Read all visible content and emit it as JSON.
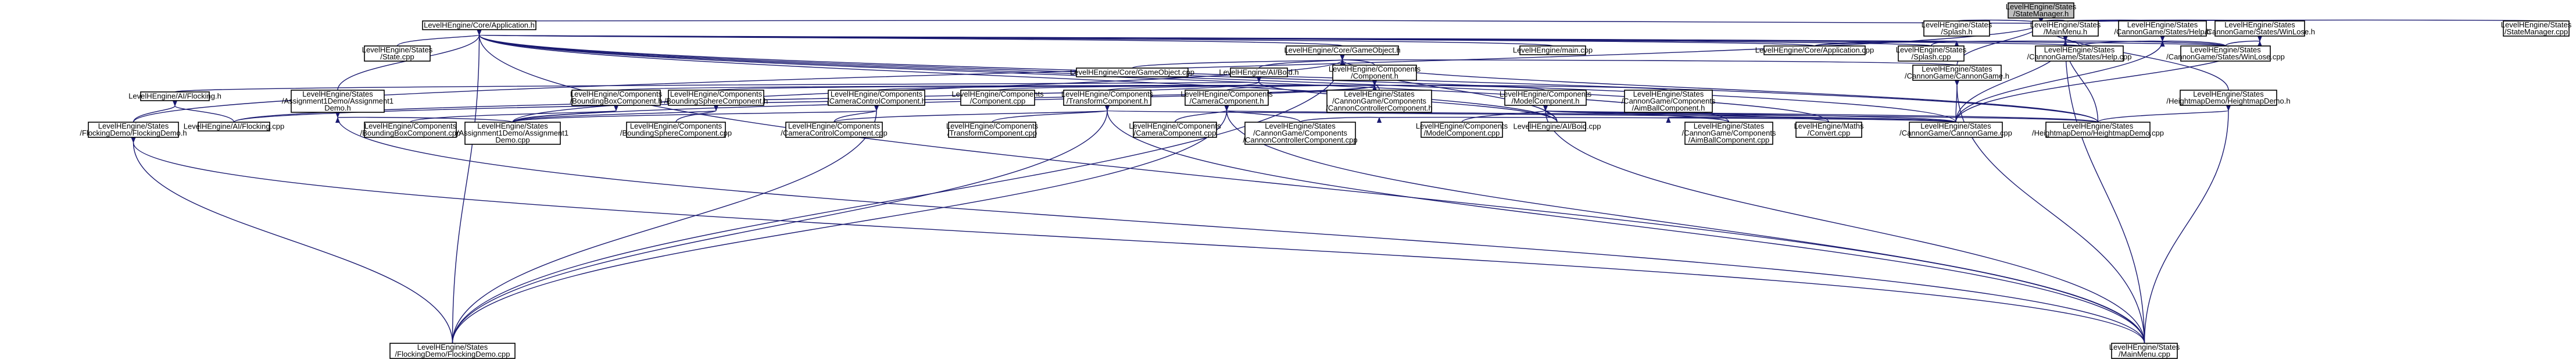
{
  "diagram": {
    "type": "include-dependency-graph",
    "colors": {
      "root_fill": "#bfbfbf",
      "node_fill": "#ffffff",
      "edge": "#191970",
      "border": "#000000"
    },
    "nodes": [
      {
        "id": "statemanager_h",
        "lines": [
          "LevelHEngine/States",
          "/StateManager.h"
        ],
        "root": true
      },
      {
        "id": "application_h",
        "lines": [
          "LevelHEngine/Core/Application.h"
        ]
      },
      {
        "id": "splash_h",
        "lines": [
          "LevelHEngine/States",
          "/Splash.h"
        ]
      },
      {
        "id": "mainmenu_h",
        "lines": [
          "LevelHEngine/States",
          "/MainMenu.h"
        ]
      },
      {
        "id": "help_h",
        "lines": [
          "LevelHEngine/States",
          "/CannonGame/States/Help.h"
        ]
      },
      {
        "id": "winlose_h",
        "lines": [
          "LevelHEngine/States",
          "/CannonGame/States/WinLose.h"
        ]
      },
      {
        "id": "statemanager_cpp",
        "lines": [
          "LevelHEngine/States",
          "/StateManager.cpp"
        ]
      },
      {
        "id": "state_cpp",
        "lines": [
          "LevelHEngine/States",
          "/State.cpp"
        ]
      },
      {
        "id": "gameobject_h",
        "lines": [
          "LevelHEngine/Core/GameObject.h"
        ]
      },
      {
        "id": "main_cpp",
        "lines": [
          "LevelHEngine/main.cpp"
        ]
      },
      {
        "id": "application_cpp",
        "lines": [
          "LevelHEngine/Core/Application.cpp"
        ]
      },
      {
        "id": "splash_cpp",
        "lines": [
          "LevelHEngine/States",
          "/Splash.cpp"
        ]
      },
      {
        "id": "help_cpp",
        "lines": [
          "LevelHEngine/States",
          "/CannonGame/States/Help.cpp"
        ]
      },
      {
        "id": "winlose_cpp",
        "lines": [
          "LevelHEngine/States",
          "/CannonGame/States/WinLose.cpp"
        ]
      },
      {
        "id": "gameobject_cpp",
        "lines": [
          "LevelHEngine/Core/GameObject.cpp"
        ]
      },
      {
        "id": "boid_h",
        "lines": [
          "LevelHEngine/AI/Boid.h"
        ]
      },
      {
        "id": "component_h",
        "lines": [
          "LevelHEngine/Components",
          "/Component.h"
        ]
      },
      {
        "id": "cannongame_h",
        "lines": [
          "LevelHEngine/States",
          "/CannonGame/CannonGame.h"
        ]
      },
      {
        "id": "flocking_h",
        "lines": [
          "LevelHEngine/AI/Flocking.h"
        ]
      },
      {
        "id": "assignment1_h",
        "lines": [
          "LevelHEngine/States",
          "/Assignment1Demo/Assignment1",
          "Demo.h"
        ]
      },
      {
        "id": "boundingbox_h",
        "lines": [
          "LevelHEngine/Components",
          "/BoundingBoxComponent.h"
        ]
      },
      {
        "id": "boundingsphere_h",
        "lines": [
          "LevelHEngine/Components",
          "/BoundingSphereComponent.h"
        ]
      },
      {
        "id": "cameracontrol_h",
        "lines": [
          "LevelHEngine/Components",
          "/CameraControlComponent.h"
        ]
      },
      {
        "id": "component_cpp",
        "lines": [
          "LevelHEngine/Components",
          "/Component.cpp"
        ]
      },
      {
        "id": "transform_h",
        "lines": [
          "LevelHEngine/Components",
          "/TransformComponent.h"
        ]
      },
      {
        "id": "camera_h",
        "lines": [
          "LevelHEngine/Components",
          "/CameraComponent.h"
        ]
      },
      {
        "id": "cannoncontroller_h",
        "lines": [
          "LevelHEngine/States",
          "/CannonGame/Components",
          "/CannonControllerComponent.h"
        ]
      },
      {
        "id": "model_h",
        "lines": [
          "LevelHEngine/Components",
          "/ModelComponent.h"
        ]
      },
      {
        "id": "aimball_h",
        "lines": [
          "LevelHEngine/States",
          "/CannonGame/Components",
          "/AimBallComponent.h"
        ]
      },
      {
        "id": "heightmap_h",
        "lines": [
          "LevelHEngine/States",
          "/HeightmapDemo/HeightmapDemo.h"
        ]
      },
      {
        "id": "flockingdemo_h",
        "lines": [
          "LevelHEngine/States",
          "/FlockingDemo/FlockingDemo.h"
        ]
      },
      {
        "id": "flocking_cpp",
        "lines": [
          "LevelHEngine/AI/Flocking.cpp"
        ]
      },
      {
        "id": "boundingbox_cpp",
        "lines": [
          "LevelHEngine/Components",
          "/BoundingBoxComponent.cpp"
        ]
      },
      {
        "id": "assignment1_cpp",
        "lines": [
          "LevelHEngine/States",
          "/Assignment1Demo/Assignment1",
          "Demo.cpp"
        ]
      },
      {
        "id": "boundingsphere_cpp",
        "lines": [
          "LevelHEngine/Components",
          "/BoundingSphereComponent.cpp"
        ]
      },
      {
        "id": "cameracontrol_cpp",
        "lines": [
          "LevelHEngine/Components",
          "/CameraControlComponent.cpp"
        ]
      },
      {
        "id": "transform_cpp",
        "lines": [
          "LevelHEngine/Components",
          "/TransformComponent.cpp"
        ]
      },
      {
        "id": "camera_cpp",
        "lines": [
          "LevelHEngine/Components",
          "/CameraComponent.cpp"
        ]
      },
      {
        "id": "cannoncontroller_cpp",
        "lines": [
          "LevelHEngine/States",
          "/CannonGame/Components",
          "/CannonControllerComponent.cpp"
        ]
      },
      {
        "id": "model_cpp",
        "lines": [
          "LevelHEngine/Components",
          "/ModelComponent.cpp"
        ]
      },
      {
        "id": "boid_cpp",
        "lines": [
          "LevelHEngine/AI/Boid.cpp"
        ]
      },
      {
        "id": "aimball_cpp",
        "lines": [
          "LevelHEngine/States",
          "/CannonGame/Components",
          "/AimBallComponent.cpp"
        ]
      },
      {
        "id": "convert_cpp",
        "lines": [
          "LevelHEngine/Maths",
          "/Convert.cpp"
        ]
      },
      {
        "id": "cannongame_cpp",
        "lines": [
          "LevelHEngine/States",
          "/CannonGame/CannonGame.cpp"
        ]
      },
      {
        "id": "heightmap_cpp",
        "lines": [
          "LevelHEngine/States",
          "/HeightmapDemo/HeightmapDemo.cpp"
        ]
      },
      {
        "id": "flockingdemo_cpp",
        "lines": [
          "LevelHEngine/States",
          "/FlockingDemo/FlockingDemo.cpp"
        ]
      },
      {
        "id": "mainmenu_cpp",
        "lines": [
          "LevelHEngine/States",
          "/MainMenu.cpp"
        ]
      }
    ],
    "edges": [
      [
        "statemanager_h",
        "application_h"
      ],
      [
        "statemanager_h",
        "splash_h"
      ],
      [
        "statemanager_h",
        "mainmenu_h"
      ],
      [
        "statemanager_h",
        "help_h"
      ],
      [
        "statemanager_h",
        "winlose_h"
      ],
      [
        "statemanager_h",
        "statemanager_cpp"
      ],
      [
        "statemanager_h",
        "cannongame_h"
      ],
      [
        "statemanager_h",
        "heightmap_h"
      ],
      [
        "statemanager_h",
        "flockingdemo_h"
      ],
      [
        "application_h",
        "state_cpp"
      ],
      [
        "application_h",
        "gameobject_h"
      ],
      [
        "application_h",
        "main_cpp"
      ],
      [
        "application_h",
        "application_cpp"
      ],
      [
        "application_h",
        "splash_cpp"
      ],
      [
        "application_h",
        "help_cpp"
      ],
      [
        "application_h",
        "winlose_cpp"
      ],
      [
        "application_h",
        "assignment1_h"
      ],
      [
        "application_h",
        "cannongame_cpp"
      ],
      [
        "application_h",
        "heightmap_cpp"
      ],
      [
        "application_h",
        "flockingdemo_cpp"
      ],
      [
        "application_h",
        "convert_cpp"
      ],
      [
        "application_h",
        "boid_cpp"
      ],
      [
        "application_h",
        "mainmenu_cpp"
      ],
      [
        "application_h",
        "aimball_cpp"
      ],
      [
        "splash_h",
        "splash_cpp"
      ],
      [
        "splash_h",
        "application_cpp"
      ],
      [
        "mainmenu_h",
        "mainmenu_cpp"
      ],
      [
        "mainmenu_h",
        "application_cpp"
      ],
      [
        "mainmenu_h",
        "help_cpp"
      ],
      [
        "mainmenu_h",
        "winlose_cpp"
      ],
      [
        "mainmenu_h",
        "cannongame_cpp"
      ],
      [
        "mainmenu_h",
        "heightmap_cpp"
      ],
      [
        "help_h",
        "help_cpp"
      ],
      [
        "help_h",
        "winlose_cpp"
      ],
      [
        "help_h",
        "cannongame_cpp"
      ],
      [
        "winlose_h",
        "winlose_cpp"
      ],
      [
        "winlose_h",
        "cannongame_cpp"
      ],
      [
        "gameobject_h",
        "gameobject_cpp"
      ],
      [
        "gameobject_h",
        "boid_h"
      ],
      [
        "gameobject_h",
        "component_h"
      ],
      [
        "gameobject_h",
        "cannongame_h"
      ],
      [
        "gameobject_h",
        "assignment1_cpp"
      ],
      [
        "gameobject_h",
        "boid_cpp"
      ],
      [
        "gameobject_h",
        "heightmap_cpp"
      ],
      [
        "gameobject_h",
        "flockingdemo_cpp"
      ],
      [
        "boid_h",
        "flocking_h"
      ],
      [
        "boid_h",
        "boid_cpp"
      ],
      [
        "boid_h",
        "flocking_cpp"
      ],
      [
        "component_h",
        "boundingbox_h"
      ],
      [
        "component_h",
        "boundingsphere_h"
      ],
      [
        "component_h",
        "cameracontrol_h"
      ],
      [
        "component_h",
        "component_cpp"
      ],
      [
        "component_h",
        "transform_h"
      ],
      [
        "component_h",
        "camera_h"
      ],
      [
        "component_h",
        "cannoncontroller_h"
      ],
      [
        "component_h",
        "model_h"
      ],
      [
        "component_h",
        "aimball_h"
      ],
      [
        "component_h",
        "assignment1_cpp"
      ],
      [
        "component_h",
        "flocking_cpp"
      ],
      [
        "cannongame_h",
        "cannongame_cpp"
      ],
      [
        "cannongame_h",
        "mainmenu_cpp"
      ],
      [
        "flocking_h",
        "flockingdemo_h"
      ],
      [
        "flocking_h",
        "flocking_cpp"
      ],
      [
        "assignment1_h",
        "assignment1_cpp"
      ],
      [
        "assignment1_h",
        "mainmenu_cpp"
      ],
      [
        "boundingbox_h",
        "boundingbox_cpp"
      ],
      [
        "boundingbox_h",
        "assignment1_cpp"
      ],
      [
        "boundingsphere_h",
        "boundingsphere_cpp"
      ],
      [
        "boundingsphere_h",
        "assignment1_cpp"
      ],
      [
        "cameracontrol_h",
        "cameracontrol_cpp"
      ],
      [
        "cameracontrol_h",
        "assignment1_cpp"
      ],
      [
        "cameracontrol_h",
        "flockingdemo_cpp"
      ],
      [
        "transform_h",
        "transform_cpp"
      ],
      [
        "transform_h",
        "cameracontrol_cpp"
      ],
      [
        "transform_h",
        "flockingdemo_cpp"
      ],
      [
        "transform_h",
        "mainmenu_cpp"
      ],
      [
        "transform_h",
        "cannongame_cpp"
      ],
      [
        "camera_h",
        "camera_cpp"
      ],
      [
        "camera_h",
        "cannoncontroller_cpp"
      ],
      [
        "camera_h",
        "flockingdemo_cpp"
      ],
      [
        "camera_h",
        "mainmenu_cpp"
      ],
      [
        "camera_h",
        "heightmap_cpp"
      ],
      [
        "cannoncontroller_h",
        "cannoncontroller_cpp"
      ],
      [
        "cannoncontroller_h",
        "cannongame_cpp"
      ],
      [
        "model_h",
        "model_cpp"
      ],
      [
        "model_h",
        "boid_cpp"
      ],
      [
        "model_h",
        "aimball_cpp"
      ],
      [
        "model_h",
        "convert_cpp"
      ],
      [
        "model_h",
        "cannongame_cpp"
      ],
      [
        "model_h",
        "heightmap_cpp"
      ],
      [
        "model_h",
        "mainmenu_cpp"
      ],
      [
        "aimball_h",
        "aimball_cpp"
      ],
      [
        "aimball_h",
        "cannongame_cpp"
      ],
      [
        "heightmap_h",
        "heightmap_cpp"
      ],
      [
        "heightmap_h",
        "mainmenu_cpp"
      ],
      [
        "flockingdemo_h",
        "flockingdemo_cpp"
      ],
      [
        "flockingdemo_h",
        "mainmenu_cpp"
      ]
    ]
  }
}
